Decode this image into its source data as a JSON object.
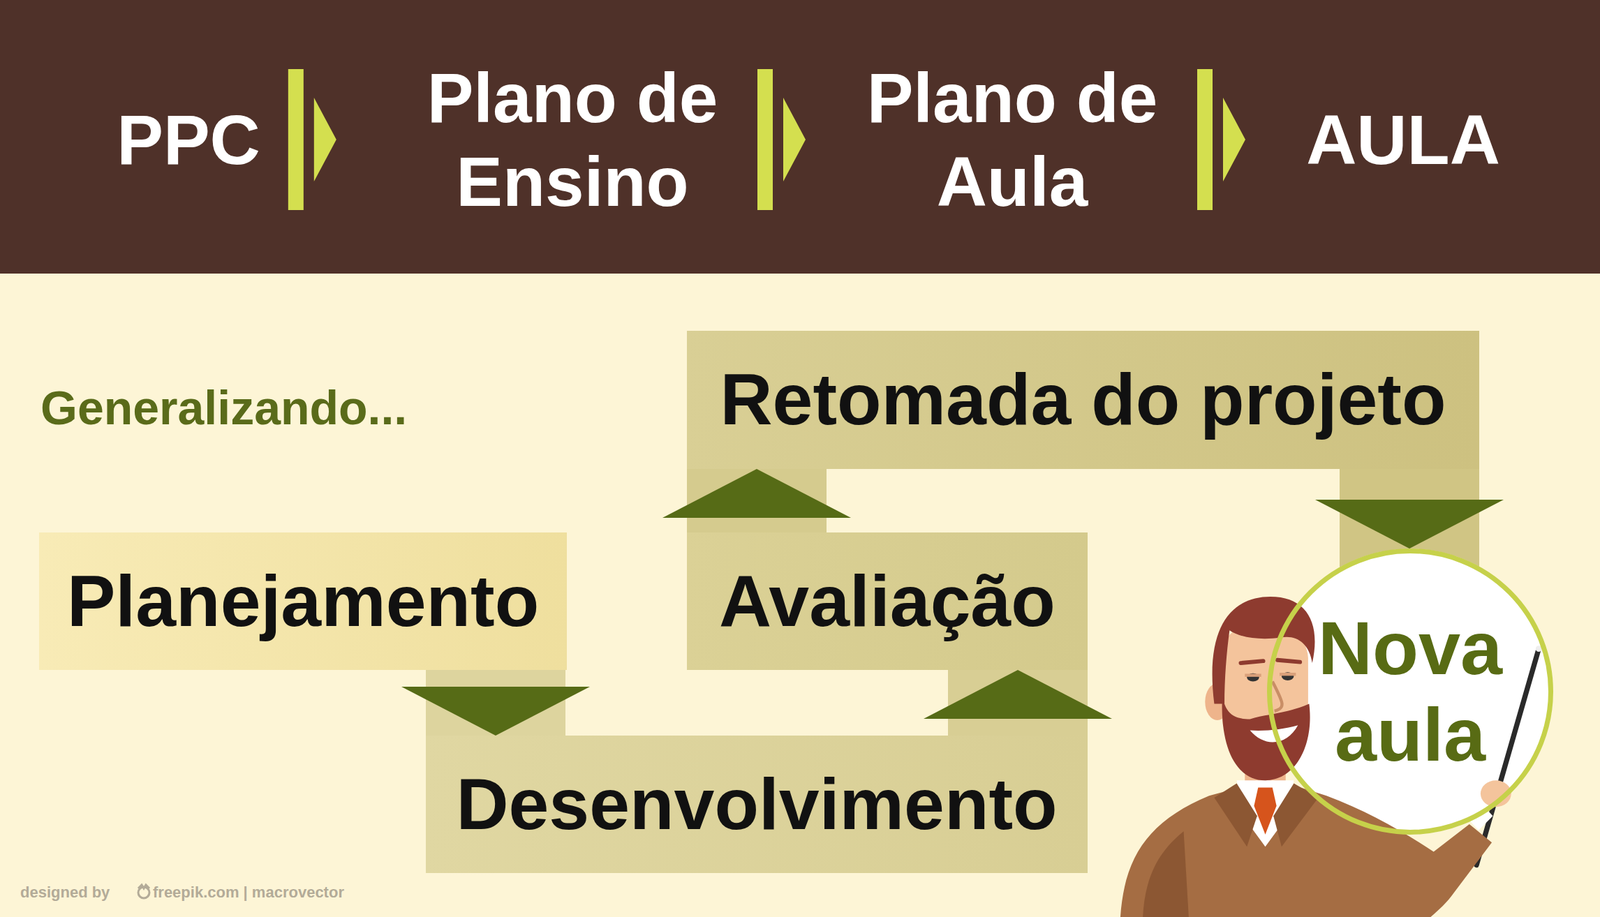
{
  "diagram": {
    "nodes": [
      {
        "text": [
          "PPC"
        ]
      },
      {
        "text": [
          "Plano de Ensino"
        ]
      },
      {
        "text": [
          "Plano de Aula"
        ]
      },
      {
        "text": [
          "AULA"
        ]
      },
      {
        "text": [
          "Planejamento"
        ]
      },
      {
        "text": [
          "Desenvolvimento"
        ]
      },
      {
        "text": [
          "Avaliação"
        ]
      },
      {
        "text": [
          "Retomada do projeto"
        ]
      },
      {
        "text": [
          "Nova aula"
        ]
      }
    ],
    "edges": [
      {
        "from": 0,
        "to": 1,
        "arrow": "to"
      },
      {
        "from": 1,
        "to": 2,
        "arrow": "to"
      },
      {
        "from": 2,
        "to": 3,
        "arrow": "to"
      },
      {
        "from": 4,
        "to": 5,
        "arrow": "to"
      },
      {
        "from": 5,
        "to": 6,
        "arrow": "to"
      },
      {
        "from": 6,
        "to": 7,
        "arrow": "to"
      },
      {
        "from": 7,
        "to": 8,
        "arrow": "to"
      }
    ],
    "labels": [
      "Generalizando...",
      "designed by",
      "freepik.com | macrovector"
    ]
  }
}
